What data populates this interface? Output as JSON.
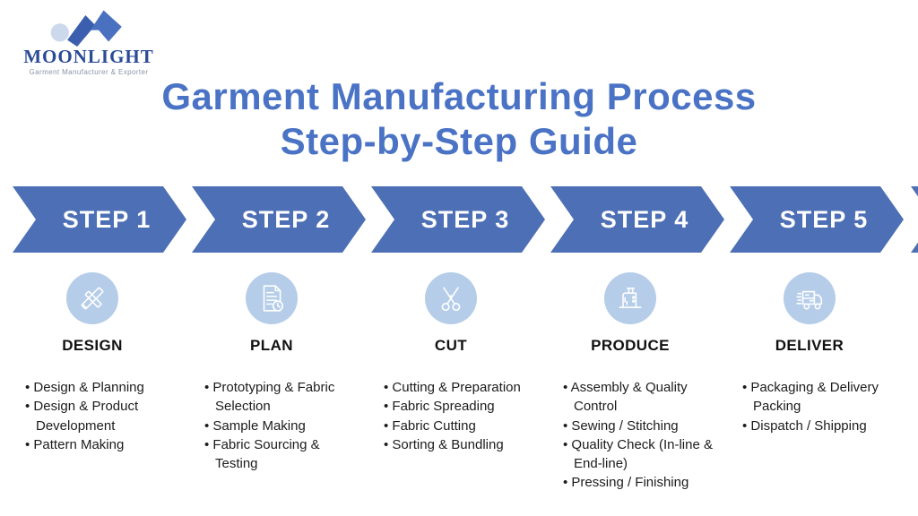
{
  "logo": {
    "name": "MOONLIGHT",
    "tagline": "Garment Manufacturer & Exporter"
  },
  "title": {
    "line1": "Garment Manufacturing Process",
    "line2": "Step-by-Step Guide"
  },
  "colors": {
    "title_blue": "#4a73c5",
    "arrow_blue": "#4d6fb5",
    "icon_circle_blue": "#b5cde9",
    "logo_navy": "#2b4b97",
    "body_text": "#1c1c1c"
  },
  "steps": [
    {
      "step_label": "STEP 1",
      "title": "DESIGN",
      "icon": "pencil-ruler-icon",
      "bullets": [
        "Design & Planning",
        "Design & Product Development",
        "Pattern Making"
      ]
    },
    {
      "step_label": "STEP 2",
      "title": "PLAN",
      "icon": "document-clock-icon",
      "bullets": [
        "Prototyping & Fabric Selection",
        "Sample Making",
        "Fabric Sourcing & Testing"
      ]
    },
    {
      "step_label": "STEP 3",
      "title": "CUT",
      "icon": "scissors-icon",
      "bullets": [
        "Cutting & Preparation",
        "Fabric Spreading",
        "Fabric Cutting",
        "Sorting & Bundling"
      ]
    },
    {
      "step_label": "STEP 4",
      "title": "PRODUCE",
      "icon": "sewing-machine-icon",
      "bullets": [
        "Assembly & Quality Control",
        "Sewing / Stitching",
        "Quality Check (In-line & End-line)",
        "Pressing / Finishing"
      ]
    },
    {
      "step_label": "STEP 5",
      "title": "DELIVER",
      "icon": "delivery-truck-icon",
      "bullets": [
        "Packaging & Delivery Packing",
        "Dispatch / Shipping"
      ]
    }
  ]
}
